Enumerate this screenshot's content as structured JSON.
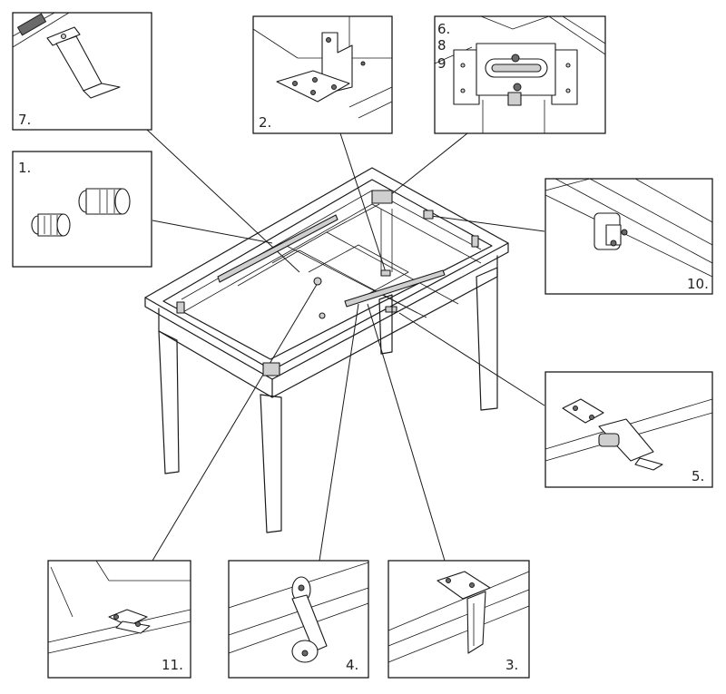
{
  "callouts": {
    "c1": "1.",
    "c2": "2.",
    "c3": "3.",
    "c4": "4.",
    "c5": "5.",
    "c6": "6.",
    "c7": "7.",
    "c8": "8",
    "c9": "9",
    "c10": "10.",
    "c11": "11."
  }
}
